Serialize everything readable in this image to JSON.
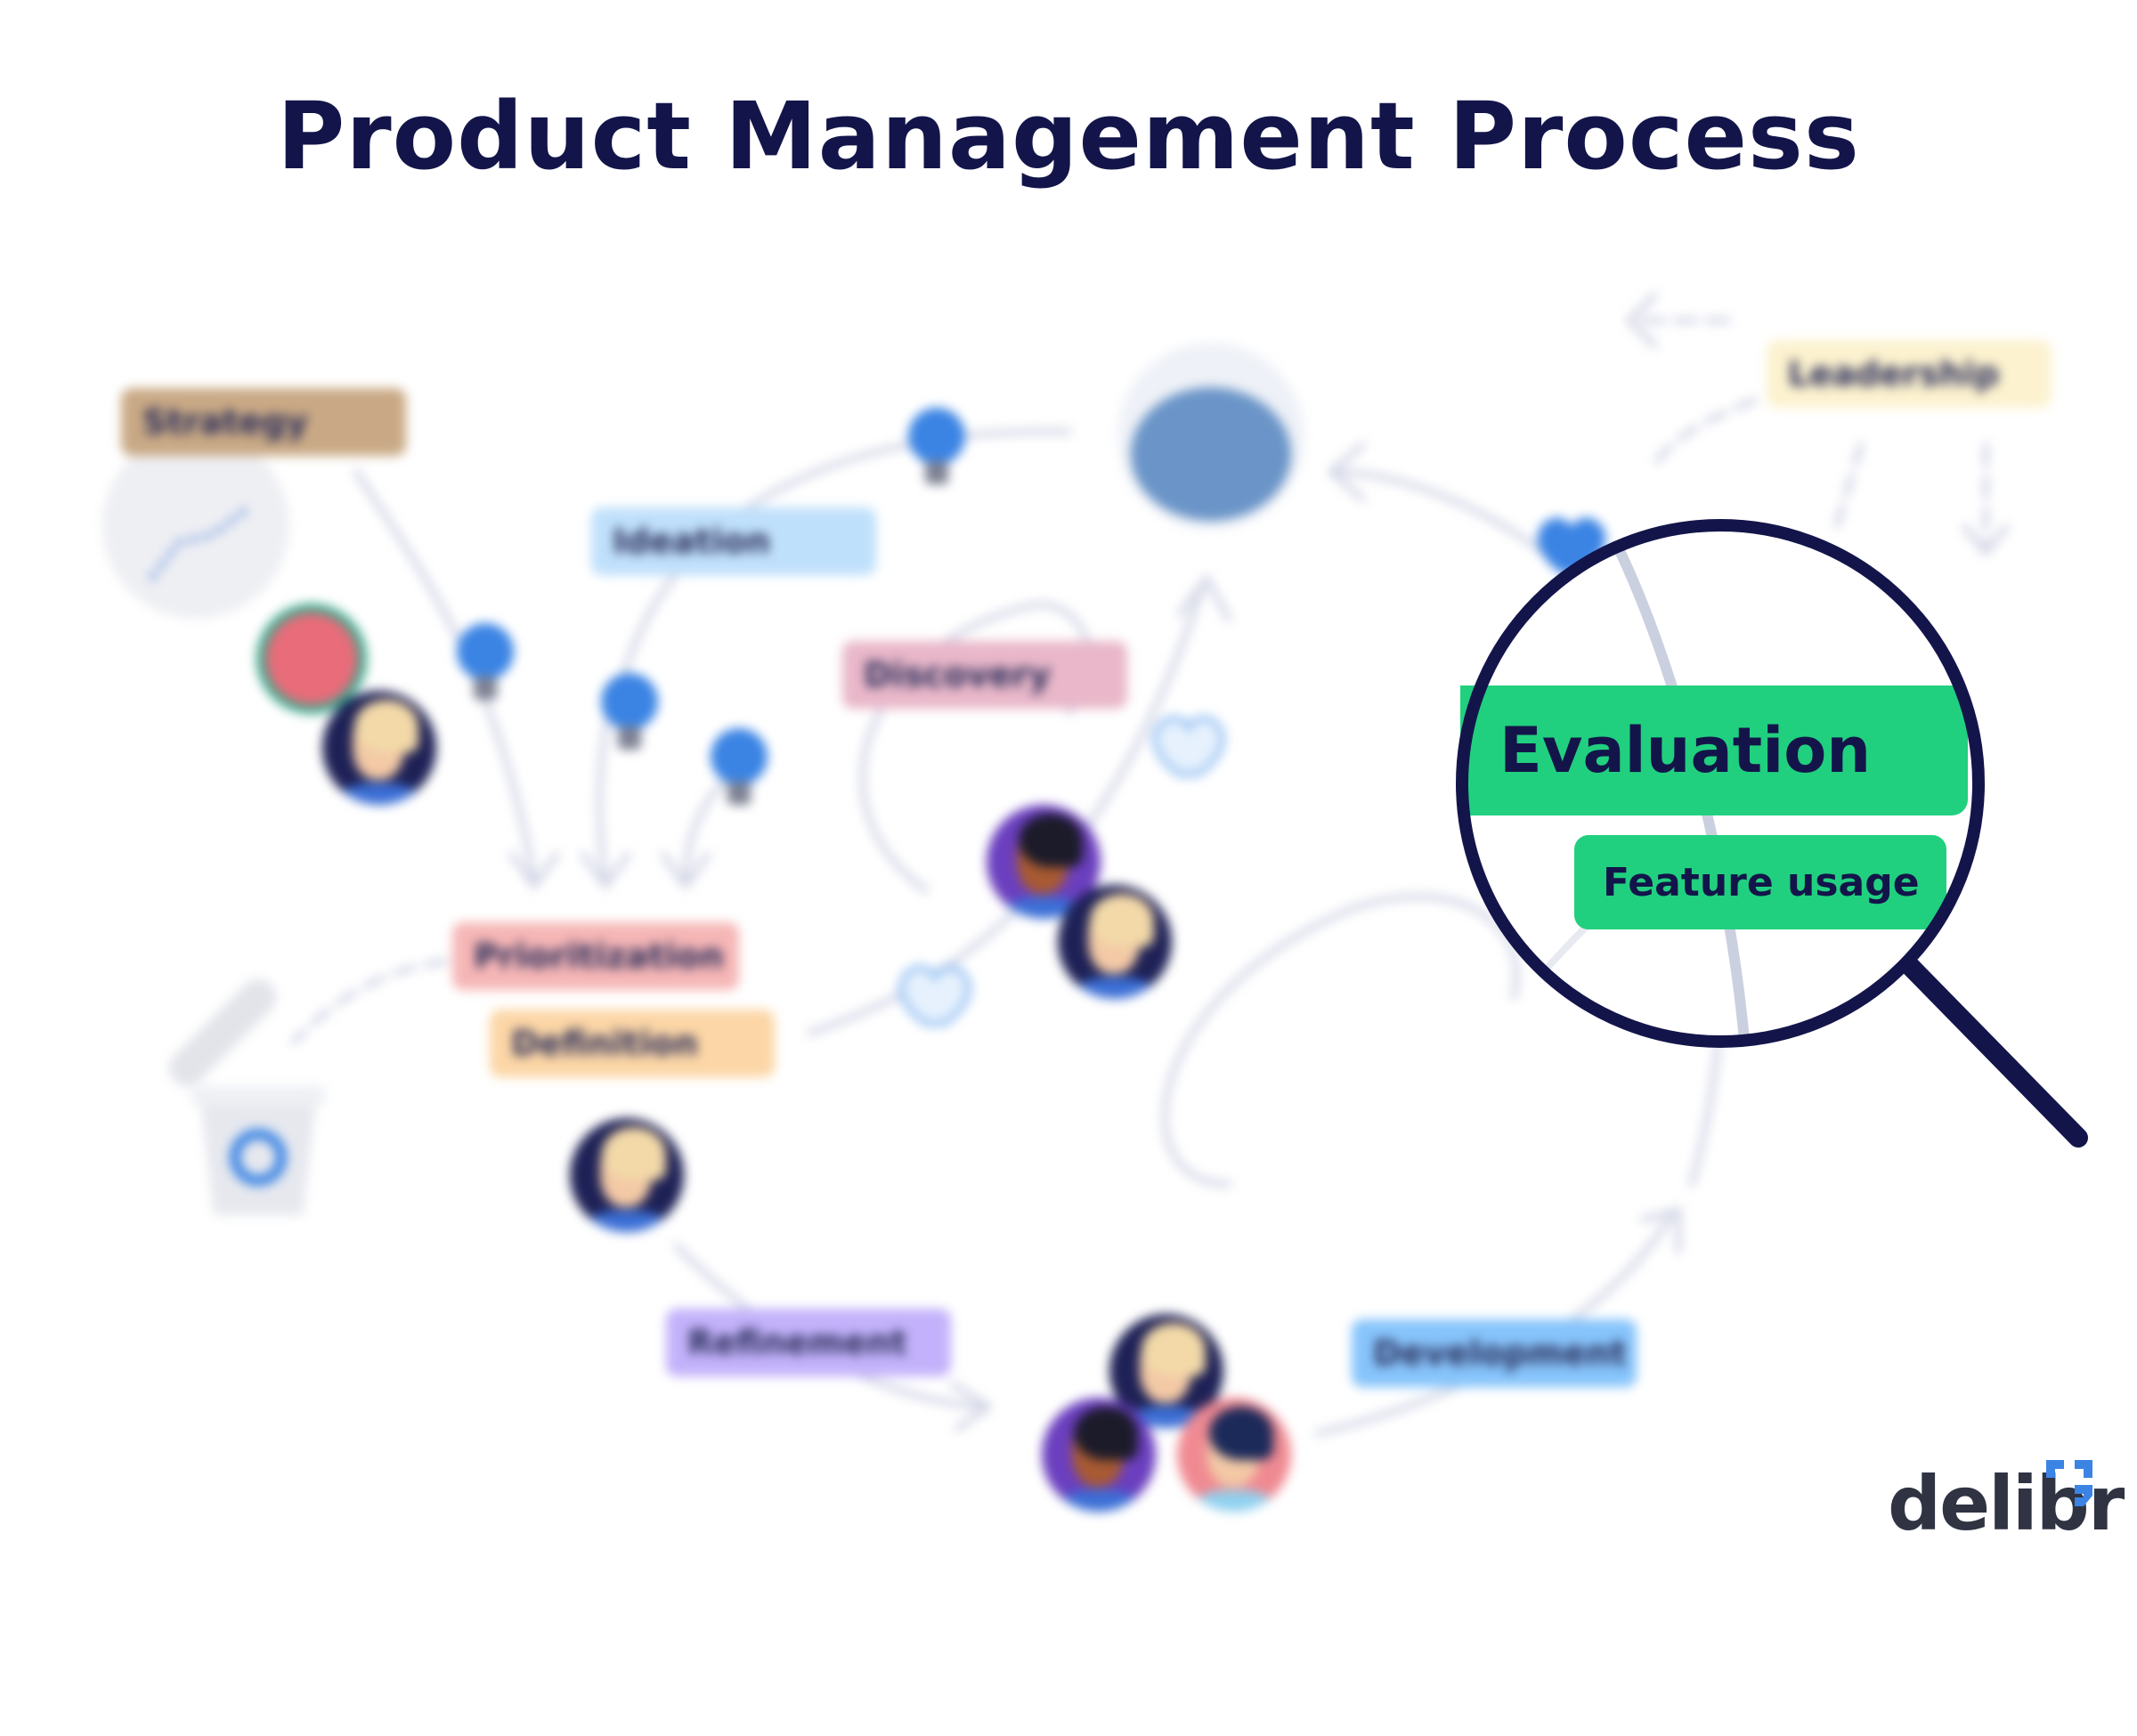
{
  "title": "Product Management Process",
  "tags": {
    "strategy": "Strategy",
    "ideation": "Ideation",
    "discovery": "Discovery",
    "prioritization": "Prioritization",
    "definition": "Definition",
    "refinement": "Refinement",
    "development": "Development",
    "leadership": "Leadership"
  },
  "magnified": {
    "stage": "Evaluation",
    "sub_item": "Feature usage"
  },
  "logo": "delibr",
  "colors": {
    "title": "#13154a",
    "strategy": "#c9a985",
    "ideation": "#bfe0fb",
    "discovery": "#e9b7c9",
    "prioritization": "#f6b6b6",
    "definition": "#fcd6a6",
    "refinement": "#c3b2fb",
    "development": "#86c4fb",
    "leadership": "#fcf2cf",
    "evaluation": "#21d07f",
    "ring": "#13154a",
    "bulb": "#3b84e4"
  }
}
